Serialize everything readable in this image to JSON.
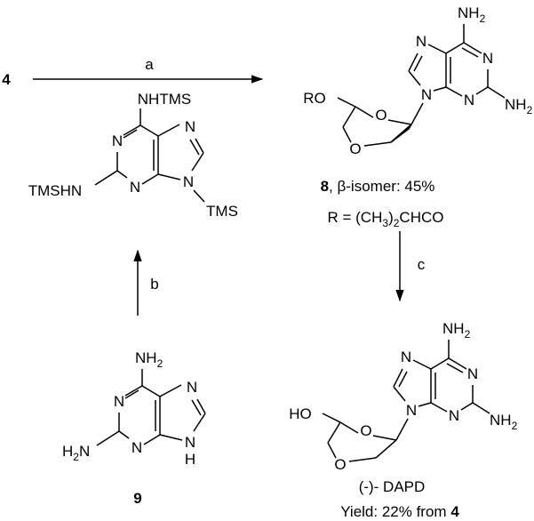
{
  "reagent_labels": {
    "a": "a",
    "b": "b",
    "c": "c"
  },
  "compounds": {
    "start": {
      "number": "4"
    },
    "silylated": {
      "nhtms": "NHTMS",
      "tmshn": "TMSHN",
      "tms": "TMS",
      "n": "N"
    },
    "compound8": {
      "number": "8",
      "caption_rest": ", β-isomer: 45%",
      "r_prefix": "R = (CH",
      "r_sub1": "3",
      "r_mid": ")",
      "r_sub2": "2",
      "r_suffix": "CHCO",
      "ro": "RO",
      "o": "O",
      "nh": "NH",
      "two": "2",
      "n": "N"
    },
    "dapd": {
      "name": "(-)- DAPD",
      "yield_prefix": "Yield: 22% from ",
      "yield_ref": "4",
      "ho": "HO",
      "o": "O",
      "nh": "NH",
      "two": "2",
      "n": "N"
    },
    "compound9": {
      "number": "9",
      "nh": "NH",
      "h": "H",
      "h2n_h": "H",
      "h2n_n": "N",
      "two": "2",
      "n": "N"
    }
  }
}
